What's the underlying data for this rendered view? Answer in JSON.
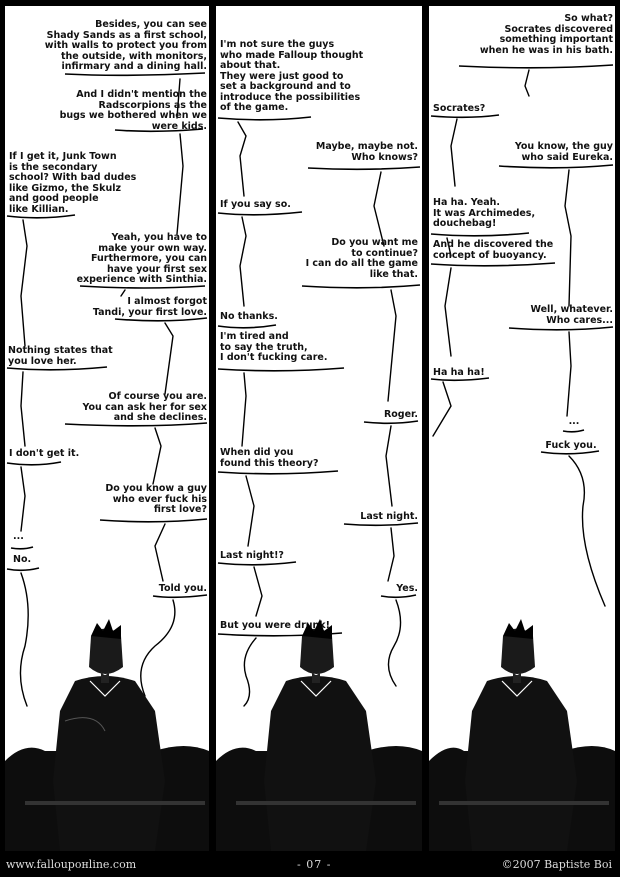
{
  "panel1": {
    "bubbles": [
      "Besides, you can see\nShady Sands as a first school,\nwith walls to protect you from\nthe outside, with monitors,\ninfirmary and a dining hall.",
      "And I didn't mention the\nRadscorpions as the\nbugs we bothered when we\nwere kids.",
      "If I get it, Junk Town\nis the secondary\nschool? With bad dudes\nlike Gizmo, the Skulz\nand good people\nlike Killian.",
      "Yeah, you have to\nmake your own way.\nFurthermore, you can\nhave your first sex\nexperience with Sinthia.",
      "I almost forgot\nTandi, your first love.",
      "Nothing states that\nyou love her.",
      "Of course you are.\nYou can ask her for sex\nand she declines.",
      "I don't get it.",
      "Do you know a guy\nwho ever fuck his\nfirst love?",
      "...",
      "No.",
      "Told you."
    ]
  },
  "panel2": {
    "bubbles": [
      "I'm not sure the guys\nwho made Falloup thought\nabout that.\nThey were just good to\nset a background and to\nintroduce the possibilities\nof the game.",
      "Maybe, maybe not.\nWho knows?",
      "If you say so.",
      "Do you want me\nto continue?\nI can do all the game\nlike that.",
      "No thanks.",
      "I'm tired and\nto say the truth,\nI don't fucking care.",
      "Roger.",
      "When did you\nfound this theory?",
      "Last night.",
      "Last night!?",
      "Yes.",
      "But you were drunk!"
    ]
  },
  "panel3": {
    "bubbles": [
      "So what?\nSocrates discovered\nsomething important\nwhen he was in his bath.",
      "Socrates?",
      "You know, the guy\nwho said Eureka.",
      "Ha ha. Yeah.\nIt was Archimedes,\ndouchebag!",
      "And he discovered the\nconcept of buoyancy.",
      "Well, whatever.\nWho cares...",
      "Ha ha ha!",
      "...",
      "Fuck you."
    ]
  },
  "footer": {
    "website": "www.falloupонline.com",
    "page_number": "- 07 -",
    "copyright": "©2007 Baptiste Boi"
  }
}
